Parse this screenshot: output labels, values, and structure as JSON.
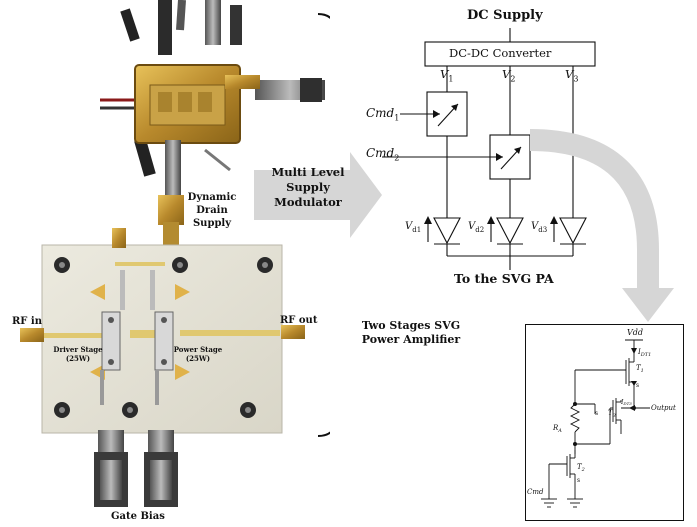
{
  "photo": {
    "modulator_label": [
      "Dynamic",
      "Drain",
      "Supply"
    ],
    "rf_in": "RF in",
    "rf_out": "RF out",
    "driver_stage": [
      "Driver Stage",
      "(25W)"
    ],
    "power_stage": [
      "Power Stage",
      "(25W)"
    ],
    "gate_bias": "Gate Bias"
  },
  "arrow_label": [
    "Multi Level",
    "Supply",
    "Modulator"
  ],
  "amp_label": [
    "Two Stages SVG",
    "Power Amplifier"
  ],
  "supply": {
    "dc_supply": "DC Supply",
    "converter": "DC-DC Converter",
    "v1": "V",
    "v1_sub": "1",
    "v2": "V",
    "v2_sub": "2",
    "v3": "V",
    "v3_sub": "3",
    "cmd1": "Cmd",
    "cmd1_sub": "1",
    "cmd2": "Cmd",
    "cmd2_sub": "2",
    "vd1": "V",
    "vd1_sub": "d1",
    "vd2": "V",
    "vd2_sub": "d2",
    "vd3": "V",
    "vd3_sub": "d3",
    "to_pa": "To the SVG PA"
  },
  "detail": {
    "vdd": "Vdd",
    "idt1": "I",
    "idt1_sub": "DT1",
    "idt3": "I",
    "idt3_sub": "DT3",
    "t1": "T",
    "t1_sub": "1",
    "t2": "T",
    "t2_sub": "2",
    "t3": "T",
    "t3_sub": "3",
    "ra": "R",
    "ra_sub": "A",
    "s1": "s",
    "s2": "s",
    "s3": "s",
    "output": "Output",
    "cmd": "Cmd"
  }
}
